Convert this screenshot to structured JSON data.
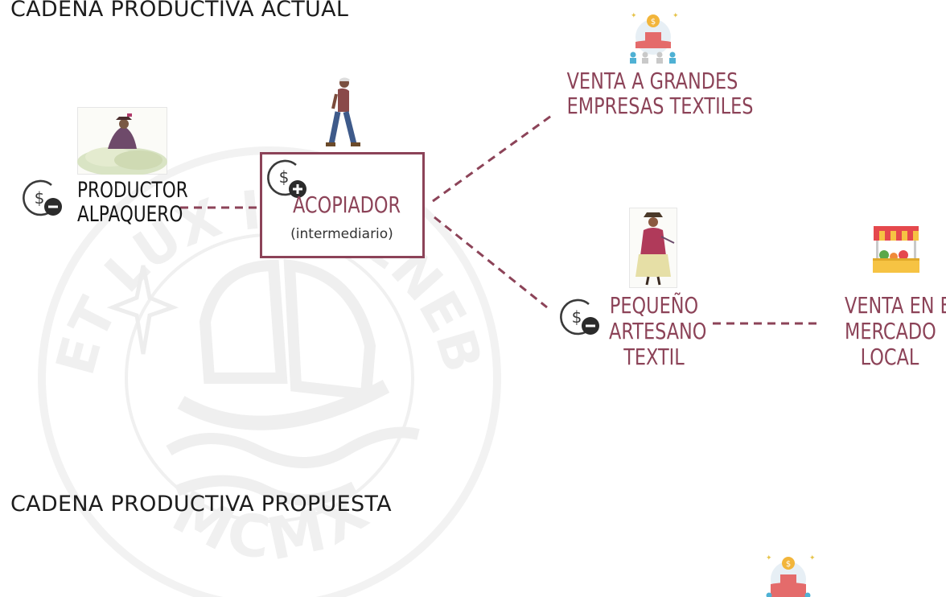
{
  "titles": {
    "current": "CADENA PRODUCTIVA ACTUAL",
    "proposed": "CADENA PRODUCTIVA PROPUESTA"
  },
  "watermark": {
    "motto": "ET LUX IN TENEBRIS LUCET",
    "year": "MCMXVII"
  },
  "nodes": {
    "productor": {
      "line1": "PRODUCTOR",
      "line2": "ALPAQUERO"
    },
    "acopiador": {
      "line1": "ACOPIADOR",
      "sub": "(intermediario)"
    },
    "grandes": {
      "line1": "VENTA A GRANDES",
      "line2": "EMPRESAS TEXTILES"
    },
    "artesano": {
      "line1": "PEQUEÑO",
      "line2": "ARTESANO",
      "line3": "TEXTIL"
    },
    "mercado": {
      "line1": "VENTA EN EL",
      "line2": "MERCADO",
      "line3": "LOCAL"
    }
  },
  "icons": {
    "money_minus": "money-minus-icon",
    "money_plus": "money-plus-icon",
    "company": "company-icon",
    "market_stall": "market-stall-icon"
  },
  "colors": {
    "accent": "#8c4358",
    "text": "#151515",
    "watermark": "#efefef"
  }
}
